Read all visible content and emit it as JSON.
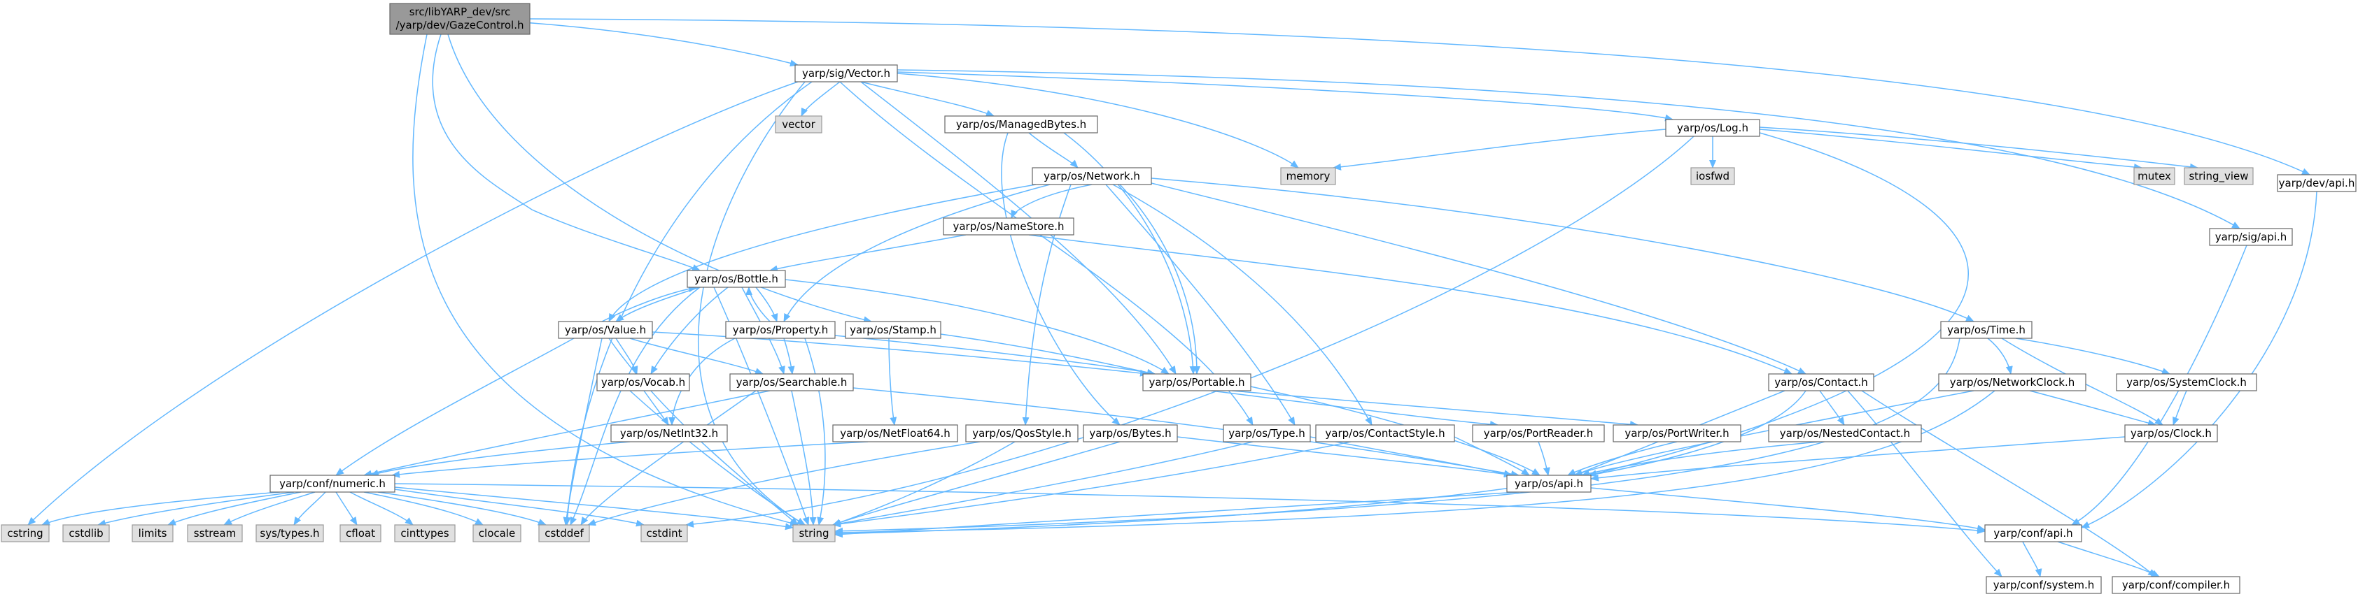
{
  "colors": {
    "edge": "#63b8ff",
    "node_border": "#666666",
    "system_fill": "#e0e0e0",
    "root_fill": "#999999"
  },
  "root": {
    "lines": [
      "src/libYARP_dev/src",
      "/yarp/dev/GazeControl.h"
    ]
  },
  "nodes": {
    "vector_h": "yarp/sig/Vector.h",
    "sig_api": "yarp/sig/api.h",
    "dev_api": "yarp/dev/api.h",
    "managedbytes": "yarp/os/ManagedBytes.h",
    "log": "yarp/os/Log.h",
    "network": "yarp/os/Network.h",
    "namestore": "yarp/os/NameStore.h",
    "bottle": "yarp/os/Bottle.h",
    "value": "yarp/os/Value.h",
    "property": "yarp/os/Property.h",
    "stamp": "yarp/os/Stamp.h",
    "portable": "yarp/os/Portable.h",
    "time": "yarp/os/Time.h",
    "networkclock": "yarp/os/NetworkClock.h",
    "systemclock": "yarp/os/SystemClock.h",
    "clock": "yarp/os/Clock.h",
    "contact": "yarp/os/Contact.h",
    "nestedcontact": "yarp/os/NestedContact.h",
    "vocab": "yarp/os/Vocab.h",
    "searchable": "yarp/os/Searchable.h",
    "netint32": "yarp/os/NetInt32.h",
    "netfloat64": "yarp/os/NetFloat64.h",
    "qosstyle": "yarp/os/QosStyle.h",
    "bytes": "yarp/os/Bytes.h",
    "type": "yarp/os/Type.h",
    "contactstyle": "yarp/os/ContactStyle.h",
    "portreader": "yarp/os/PortReader.h",
    "portwriter": "yarp/os/PortWriter.h",
    "os_api": "yarp/os/api.h",
    "numeric": "yarp/conf/numeric.h",
    "conf_api": "yarp/conf/api.h",
    "conf_system": "yarp/conf/system.h",
    "conf_compiler": "yarp/conf/compiler.h",
    "s_vector": "vector",
    "s_memory": "memory",
    "s_iosfwd": "iosfwd",
    "s_mutex": "mutex",
    "s_string_view": "string_view",
    "s_cstring": "cstring",
    "s_cstdlib": "cstdlib",
    "s_limits": "limits",
    "s_sstream": "sstream",
    "s_systypes": "sys/types.h",
    "s_cfloat": "cfloat",
    "s_cinttypes": "cinttypes",
    "s_clocale": "clocale",
    "s_cstddef": "cstddef",
    "s_cstdint": "cstdint",
    "s_string": "string"
  }
}
